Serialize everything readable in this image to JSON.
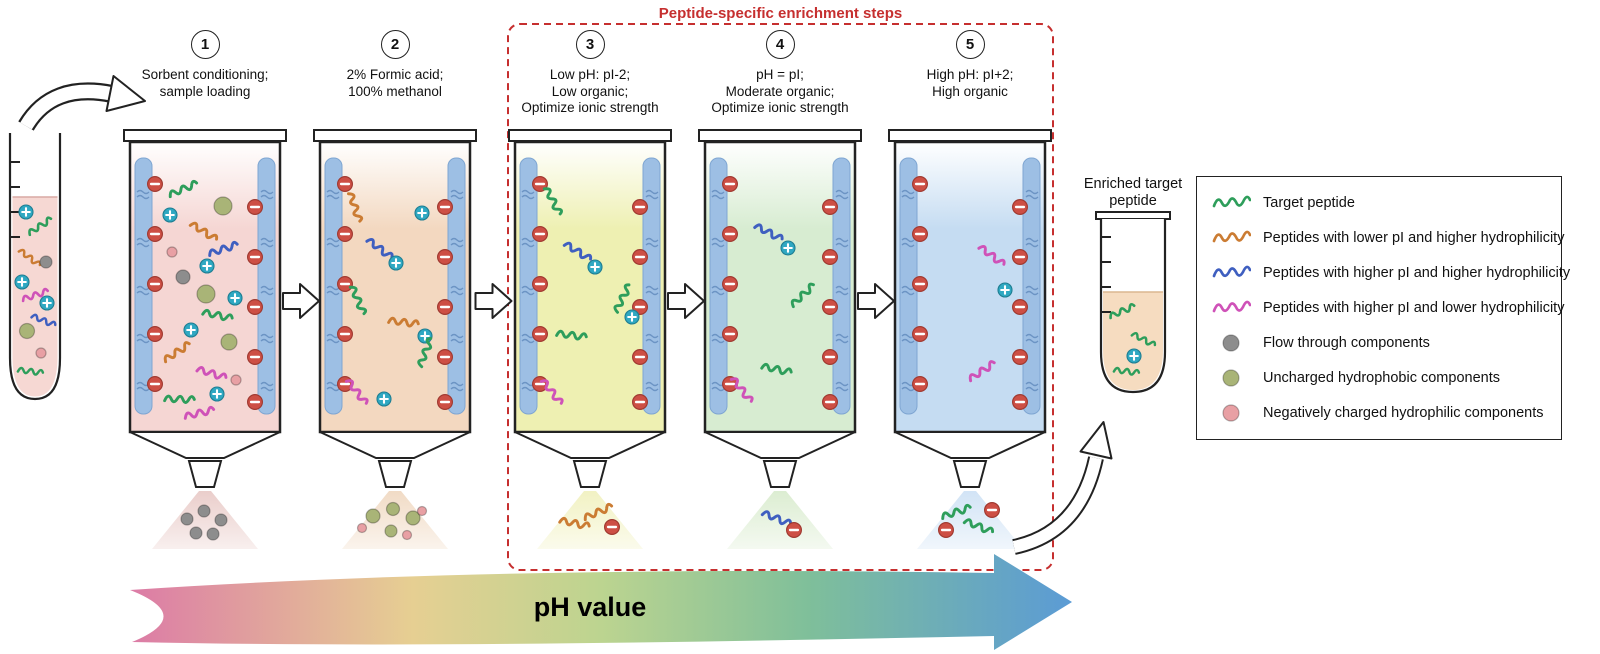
{
  "enrichment_box": {
    "title": "Peptide-specific enrichment steps",
    "border_color": "#c62f2f"
  },
  "columns": [
    {
      "number": "1",
      "label_lines": [
        "Sorbent conditioning;",
        "sample loading"
      ],
      "fill": "#f5d6d3",
      "spray": "#e9cbc8"
    },
    {
      "number": "2",
      "label_lines": [
        "2% Formic acid;",
        "100% methanol"
      ],
      "fill": "#f3d8c0",
      "spray": "#f0d9c2"
    },
    {
      "number": "3",
      "label_lines": [
        "Low pH: pI-2;",
        "Low organic;",
        "Optimize ionic strength"
      ],
      "fill": "#eef0b2",
      "spray": "#f1f1c0"
    },
    {
      "number": "4",
      "label_lines": [
        "pH = pI;",
        "Moderate organic;",
        "Optimize ionic strength"
      ],
      "fill": "#d7ecd1",
      "spray": "#daeccf"
    },
    {
      "number": "5",
      "label_lines": [
        "High pH: pI+2;",
        "High organic"
      ],
      "fill": "#c5dcf2",
      "spray": "#cfe2f5"
    }
  ],
  "ph_arrow": {
    "label": "pH value",
    "gradient": [
      "#dc7ba6",
      "#e6cf92",
      "#bcd490",
      "#7fbf9a",
      "#5b9bd5"
    ]
  },
  "enriched_tube": {
    "label_lines": [
      "Enriched target",
      "peptide"
    ]
  },
  "legend": {
    "items": [
      {
        "icon": "target-peptide-squiggle-icon",
        "type": "squiggle",
        "color": "#2e9e5b",
        "label": "Target peptide"
      },
      {
        "icon": "lower-pi-peptide-squiggle-icon",
        "type": "squiggle",
        "color": "#cb7c33",
        "label": "Peptides with lower pI and higher hydrophilicity"
      },
      {
        "icon": "higher-pi-hydrophilic-peptide-squiggle-icon",
        "type": "squiggle",
        "color": "#3f5fc0",
        "label": "Peptides with higher pI and higher hydrophilicity"
      },
      {
        "icon": "higher-pi-hydrophobic-peptide-squiggle-icon",
        "type": "squiggle",
        "color": "#cf52b8",
        "label": "Peptides with higher pI and lower hydrophilicity"
      },
      {
        "icon": "flow-through-circle-icon",
        "type": "circle",
        "color": "#8d8d8d",
        "label": "Flow through components"
      },
      {
        "icon": "uncharged-hydrophobic-circle-icon",
        "type": "circle",
        "color": "#a9b477",
        "label": "Uncharged hydrophobic components"
      },
      {
        "icon": "neg-charged-hydrophilic-circle-icon",
        "type": "circle",
        "color": "#e8a0a4",
        "label": "Negatively charged hydrophilic components"
      }
    ]
  },
  "symbols": {
    "positive_charge": "+",
    "negative_charge": "−",
    "positive_color": "#2fa8c2",
    "negative_color": "#cd4f45",
    "sorbent_color": "#9dbfe4"
  }
}
